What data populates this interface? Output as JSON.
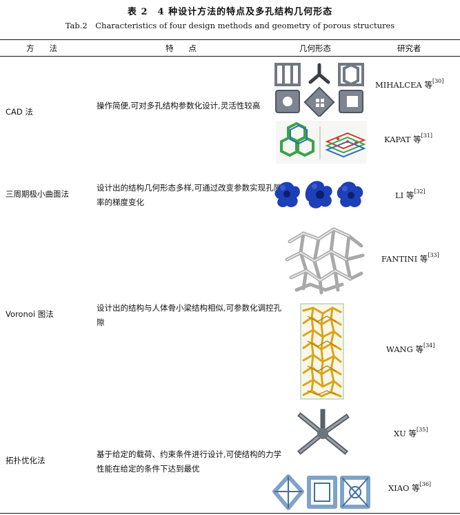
{
  "title_cn": "表 2　4 种设计方法的特点及多孔结构几何形态",
  "title_en": "Tab.2　Characteristics of four design methods and geometry of porous structures",
  "headers": {
    "method": "方法",
    "feature": "特点",
    "geometry": "几何形态",
    "researcher": "研究者"
  },
  "rows": [
    {
      "method": "CAD 法",
      "feature": "操作简便,可对多孔结构参数化设计,灵活性较高",
      "researchers": [
        {
          "name": "MIHALCEA 等",
          "ref": "[30]"
        },
        {
          "name": "KAPAT 等",
          "ref": "[31]"
        }
      ]
    },
    {
      "method": "三周期极小曲面法",
      "feature": "设计出的结构几何形态多样,可通过改变参数实现孔隙率的梯度变化",
      "researchers": [
        {
          "name": "LI 等",
          "ref": "[32]"
        }
      ]
    },
    {
      "method": "Voronoi 图法",
      "feature": "设计出的结构与人体骨小梁结构相似,可参数化调控孔隙",
      "researchers": [
        {
          "name": "FANTINI 等",
          "ref": "[33]"
        },
        {
          "name": "WANG 等",
          "ref": "[34]"
        }
      ]
    },
    {
      "method": "拓扑优化法",
      "feature": "基于给定的载荷、约束条件进行设计,可使结构的力学性能在给定的条件下达到最优",
      "researchers": [
        {
          "name": "XU 等",
          "ref": "[35]"
        },
        {
          "name": "XIAO 等",
          "ref": "[36]"
        }
      ]
    }
  ],
  "colors": {
    "cad_gray": "#7c8590",
    "tpms_blue": "#1d3fb8",
    "voronoi_gray": "#c9c9c9",
    "wang_gold": "#d8a51c",
    "xiao_blue": "#8fb2d6",
    "kapat_green": "#3aa44a"
  }
}
